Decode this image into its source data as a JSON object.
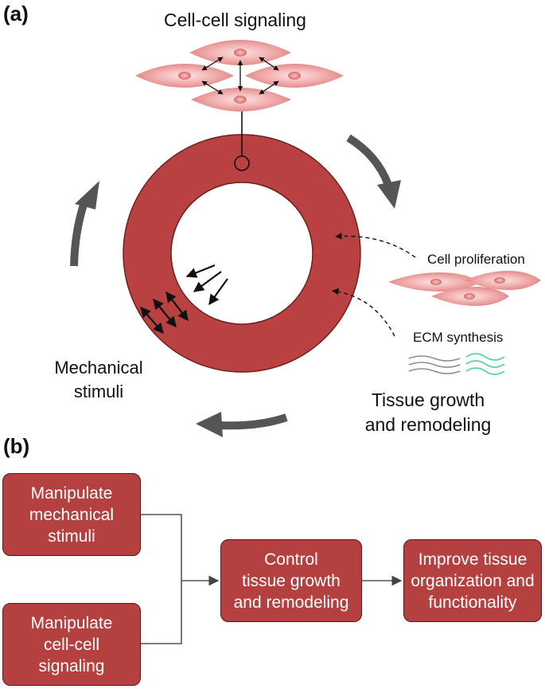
{
  "panel_a": {
    "label": "(a)",
    "cell_signaling": "Cell-cell signaling",
    "cell_proliferation": "Cell proliferation",
    "ecm_synthesis": "ECM synthesis",
    "mechanical_stimuli": [
      "Mechanical",
      "stimuli"
    ],
    "tissue_growth": [
      "Tissue growth",
      "and remodeling"
    ]
  },
  "panel_b": {
    "label": "(b)",
    "boxes": {
      "mechanical": [
        "Manipulate",
        "mechanical",
        "stimuli"
      ],
      "signaling": [
        "Manipulate",
        "cell-cell",
        "signaling"
      ],
      "control": [
        "Control",
        "tissue growth",
        "and remodeling"
      ],
      "improve": [
        "Improve tissue",
        "organization and",
        "functionality"
      ]
    }
  },
  "colors": {
    "ring": "#b94141",
    "ring_border": "#6e1f1f",
    "cell_fill": "#f0a7a7",
    "cycle_arrow": "#555555",
    "ecm_gray": "#8a8a8a",
    "ecm_green": "#5fd39a"
  }
}
